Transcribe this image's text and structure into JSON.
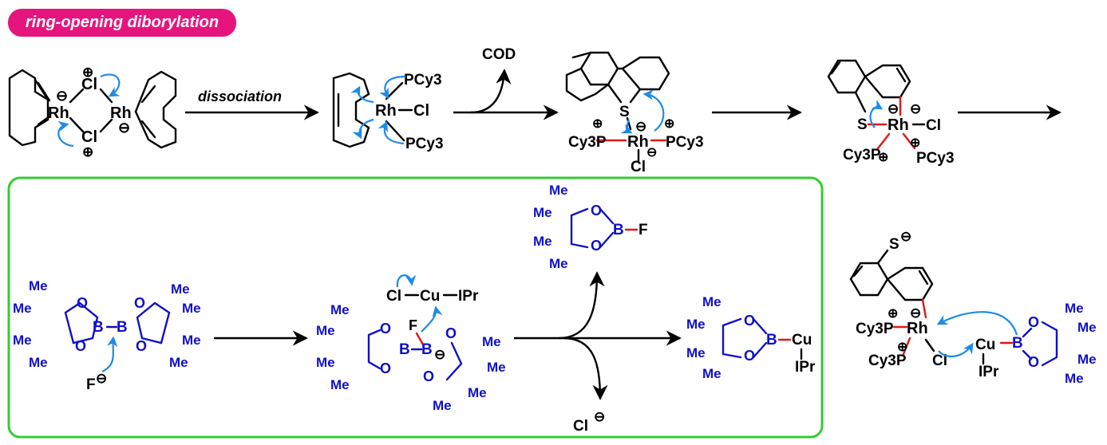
{
  "title": "ring-opening diborylation",
  "colors": {
    "title_bg": "#e6157d",
    "highlight_box": "#33cc33",
    "boron_reagent": "#1010c8",
    "new_bond": "#e01818",
    "electron_arrow": "#1e8be6"
  },
  "labels": {
    "dissociation": "dissociation",
    "cod": "COD",
    "rh": "Rh",
    "cl": "Cl",
    "cu": "Cu",
    "ipr": "IPr",
    "pcy3": "PCy3",
    "cy3p": "Cy3P",
    "s": "S",
    "me": "Me",
    "o": "O",
    "b": "B",
    "f": "F",
    "minus": "⊖",
    "plus": "⊕"
  }
}
